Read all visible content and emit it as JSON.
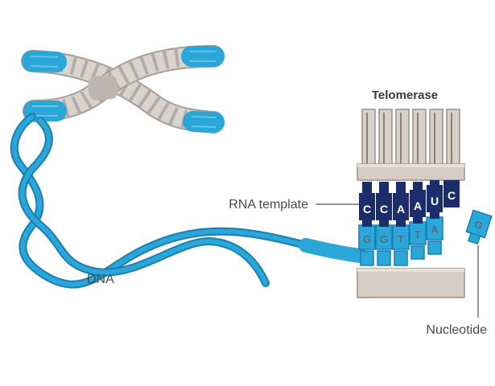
{
  "labels": {
    "title": "Telomerase",
    "rna_template": "RNA template",
    "dna": "DNA",
    "nucleotide": "Nucleotide"
  },
  "rna_bases": [
    "C",
    "C",
    "A",
    "A",
    "U",
    "C"
  ],
  "dna_bases": [
    "G",
    "G",
    "T",
    "T",
    "A"
  ],
  "free_nucleotide": "G",
  "colors": {
    "dna_blue": "#2aa6d9",
    "dna_dark": "#1b7fb0",
    "navy": "#1c2d6b",
    "protein_gray": "#d6ccc3",
    "protein_dark": "#a89d93",
    "chromosome_gray": "#cfcac5"
  }
}
